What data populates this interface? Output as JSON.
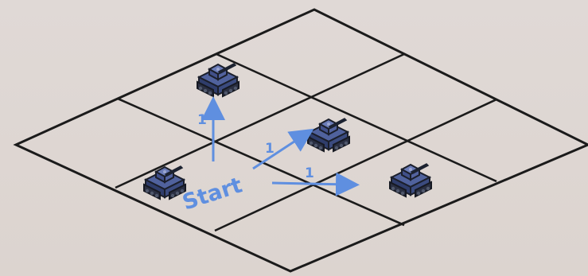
{
  "annotations": {
    "start_label": "Start",
    "move_up_label": "1",
    "move_diagonal_label": "1",
    "move_right_label": "1"
  },
  "colors": {
    "grid_line": "#1b1b1b",
    "annotation_blue": "#5f8fe0",
    "tank_body": "#4a5d96",
    "tank_dark": "#2f3d6b",
    "tank_treads": "#2a2f42"
  },
  "icons": {
    "tank": "tank-icon",
    "arrow": "arrow-icon"
  },
  "board": {
    "columns": 3,
    "rows": 3
  }
}
